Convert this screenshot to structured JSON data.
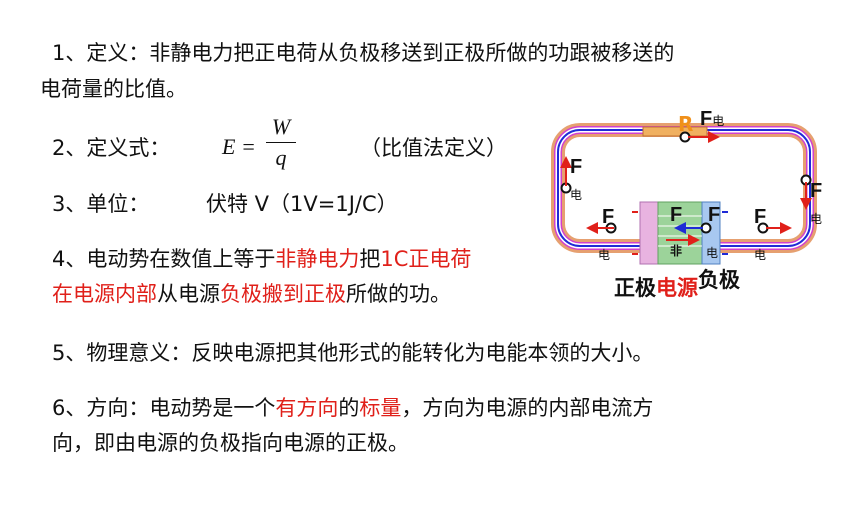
{
  "lines": {
    "l1a": "1、定义：非静电力把正电荷从负极移送到正极所做的功跟被移送的",
    "l1b": "电荷量的比值。",
    "l2_prefix": "2、定义式：",
    "l2_note": "（比值法定义）",
    "l3_prefix": "3、单位：",
    "l3_value": "伏特 V（1V=1J/C）",
    "l4_p1": "4、电动势在数值上等于",
    "l4_r1": "非静电力",
    "l4_p2": "把",
    "l4_r2": "1C正电荷",
    "l4b_r1": "在电源内部",
    "l4b_p1": "从电源",
    "l4b_r2": "负极搬到正极",
    "l4b_p2": "所做的功。",
    "l5": "5、物理意义：反映电源把其他形式的能转化为电能本领的大小。",
    "l6_p1": "6、方向：电动势是一个",
    "l6_r1": "有方向",
    "l6_p2": "的",
    "l6_r2": "标量",
    "l6_p3": "，方向为电源的内部电流方",
    "l6b": "向，即由电源的负极指向电源的正极。"
  },
  "formula": {
    "lhs": "E =",
    "numerator": "W",
    "denominator": "q"
  },
  "diagram": {
    "resistor_label": "R",
    "force_label": "F",
    "sub_electric": "电",
    "sub_nonstatic": "非",
    "label_positive": "正极",
    "label_source": "电源",
    "label_negative": "负极",
    "colors": {
      "wire": "#1f2ad6",
      "wire_outer": "#e6a070",
      "wire_mid": "#d040d0",
      "positive_plate": "#e8b3e0",
      "source_body": "#9cd39a",
      "negative_plate": "#a8c8f0",
      "arrow_red": "#e0201a",
      "arrow_blue": "#1f2ad6",
      "resistor": "#f0b060"
    }
  }
}
